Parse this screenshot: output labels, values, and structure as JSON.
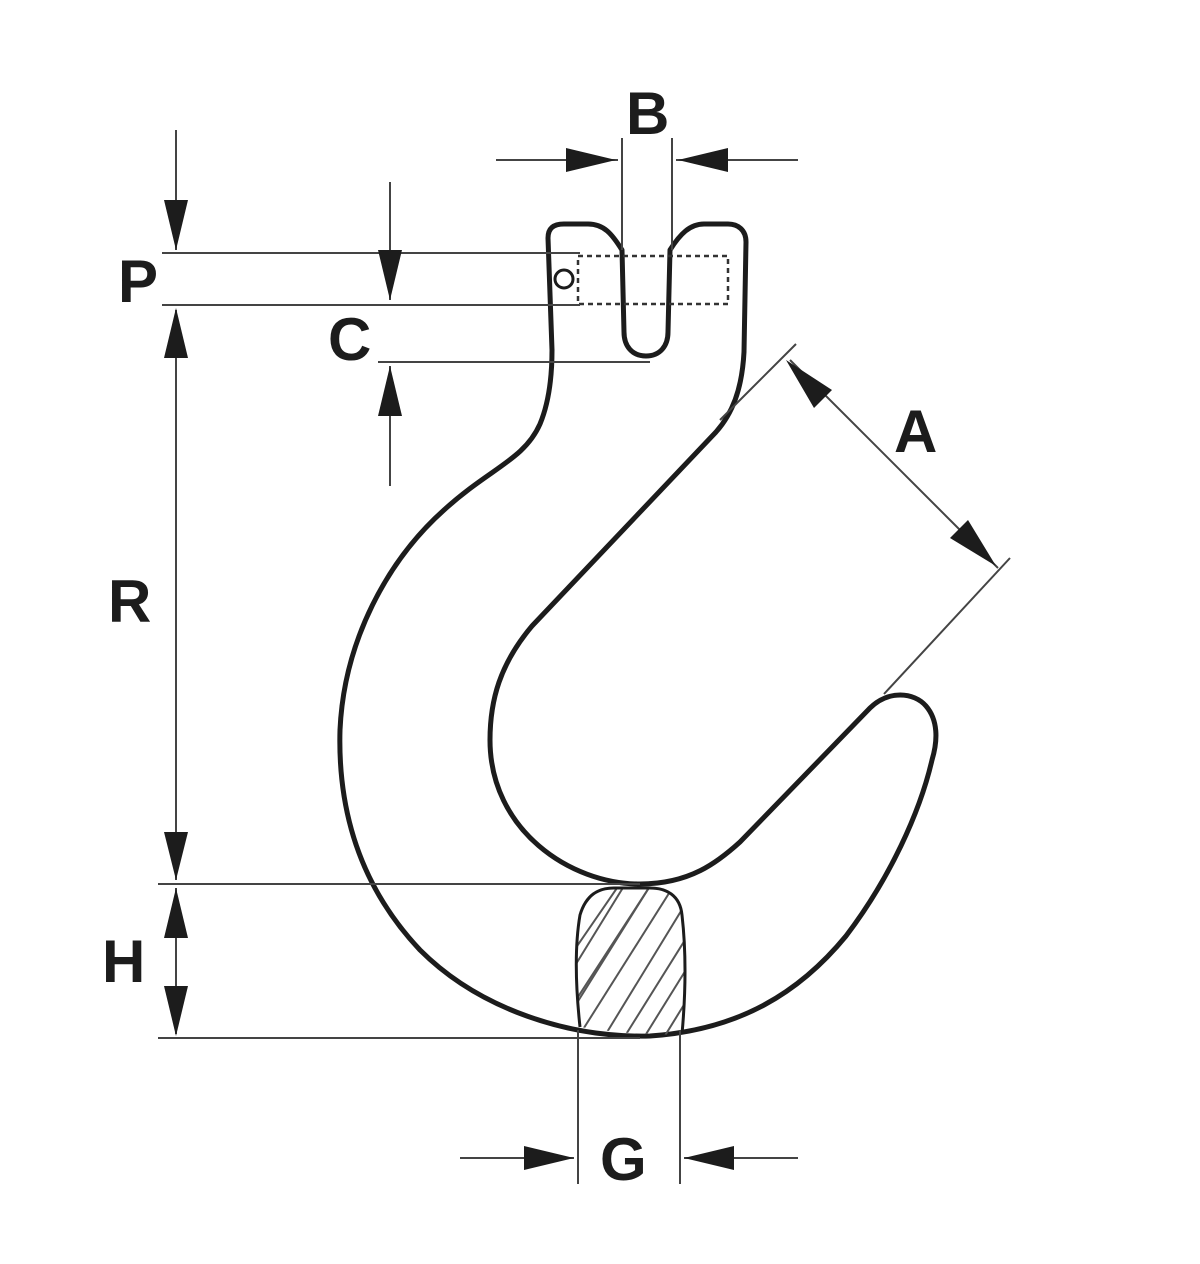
{
  "diagram": {
    "labels": {
      "a": "A",
      "b": "B",
      "c": "C",
      "g": "G",
      "h": "H",
      "p": "P",
      "r": "R"
    },
    "colors": {
      "line": "#1c1c1c",
      "dimension": "#444444",
      "hatch": "#555555",
      "background": "#ffffff"
    }
  }
}
